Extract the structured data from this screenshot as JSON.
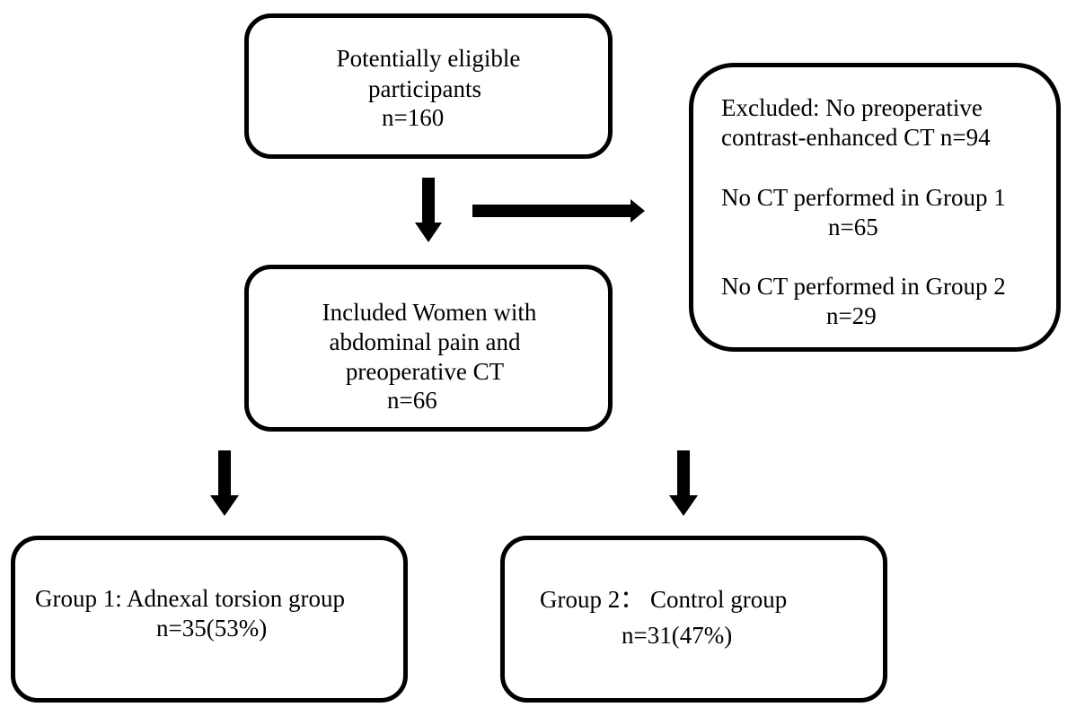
{
  "boxes": {
    "eligible": {
      "lines": [
        "Potentially eligible",
        "participants",
        "n=160"
      ]
    },
    "excluded": {
      "lines": [
        "Excluded: No preoperative",
        "contrast-enhanced CT n=94",
        "No CT performed in Group 1",
        "n=65",
        "No CT performed in Group 2",
        "n=29"
      ]
    },
    "included": {
      "lines": [
        "Included Women with",
        "abdominal pain and",
        "preoperative CT",
        "n=66"
      ]
    },
    "group1": {
      "lines": [
        "Group 1: Adnexal torsion group",
        "n=35(53%)"
      ]
    },
    "group2": {
      "lines": [
        "Group 2： Control group",
        "n=31(47%)"
      ]
    }
  },
  "colors": {
    "stroke": "#000000",
    "background": "#ffffff"
  }
}
